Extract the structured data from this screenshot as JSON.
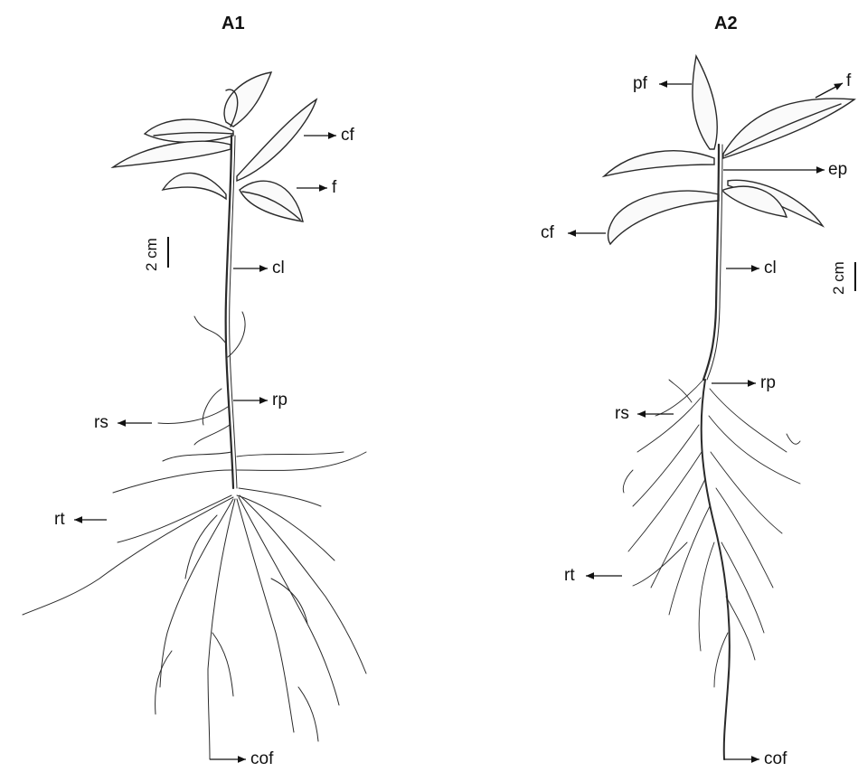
{
  "panels": [
    {
      "title": "A1",
      "scale_label": "2 cm",
      "labels": {
        "cf": "cf",
        "f": "f",
        "cl": "cl",
        "rp": "rp",
        "rs": "rs",
        "rt": "rt",
        "cof": "cof"
      }
    },
    {
      "title": "A2",
      "scale_label": "2 cm",
      "labels": {
        "pf": "pf",
        "f": "f",
        "ep": "ep",
        "cf": "cf",
        "cl": "cl",
        "rp": "rp",
        "rs": "rs",
        "rt": "rt",
        "cof": "cof"
      }
    }
  ],
  "colors": {
    "ink": "#2a2a2a",
    "leaf_fill": "#fafafa",
    "background": "#ffffff"
  }
}
